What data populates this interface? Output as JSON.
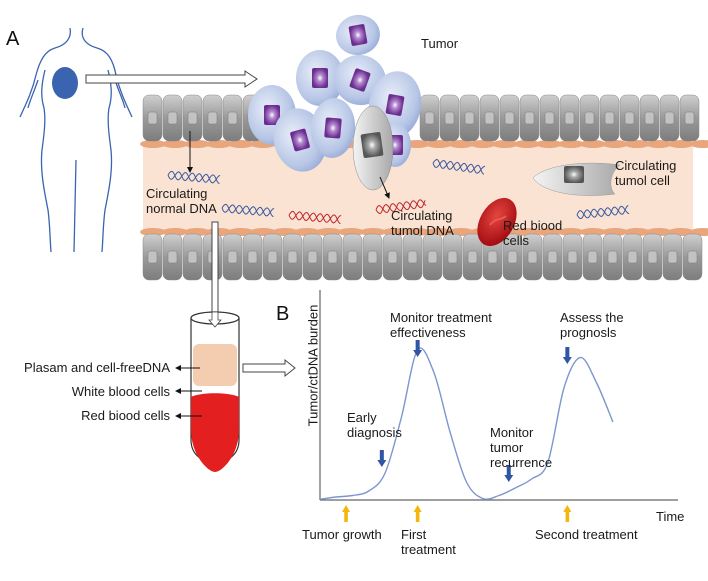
{
  "panels": {
    "a": "A",
    "b": "B"
  },
  "colors": {
    "body_outline": "#3b64b0",
    "tumor_spot": "#3b64b0",
    "vessel_lumen": "#fbe3d3",
    "vessel_wall": "#e9a57b",
    "endothelial": "#a6a6a6",
    "tumor_cell": "#b9c8e6",
    "tumor_nucleus": "#6a2c8e",
    "normal_dna": "#3b5aa0",
    "tumor_dna": "#c0282d",
    "red_blood_cell": "#c8161d",
    "plasma": "#f4cdb1",
    "red_cells_layer": "#e31f1f",
    "curve": "#7d96cf",
    "blue_arrow": "#2f55a4",
    "yellow_arrow": "#f5b50d"
  },
  "panel_a": {
    "tumor": "Tumor",
    "circulating_normal_dna": [
      "Circulating",
      "normal DNA"
    ],
    "circulating_tumor_dna": [
      "Circulating",
      "tumol DNA"
    ],
    "red_blood_cells": [
      "Red biood",
      "cells"
    ],
    "circulating_tumor_cell": [
      "Circulating",
      "tumol cell"
    ]
  },
  "tube": {
    "plasma_label": "Plasam and cell-freeDNA",
    "wbc_label": "White blood cells",
    "rbc_label": "Red biood cells"
  },
  "chart_data": {
    "type": "line",
    "title": "",
    "xlabel": "Time",
    "ylabel": "Tumor/ctDNA burden",
    "grid": false,
    "x": [
      0,
      5,
      10,
      15,
      20,
      25,
      30,
      35,
      40,
      45,
      50,
      55,
      60,
      65,
      70,
      75,
      80,
      85,
      90,
      95,
      100
    ],
    "series": [
      {
        "name": "Tumor/ctDNA burden",
        "values": [
          0.5,
          2,
          3,
          6,
          18,
          55,
          100,
          85,
          45,
          12,
          1,
          3,
          8,
          14,
          25,
          75,
          95,
          78,
          52,
          null,
          null
        ]
      }
    ],
    "xlim": [
      0,
      110
    ],
    "ylim": [
      0,
      140
    ],
    "annotations_top": [
      {
        "label": [
          "Early",
          "diagnosis"
        ],
        "x": 19
      },
      {
        "label": [
          "Monitor treatment",
          "effectiveness"
        ],
        "x": 30
      },
      {
        "label": [
          "Monitor",
          "tumor",
          "recurrence"
        ],
        "x": 58
      },
      {
        "label": [
          "Assess the",
          "prognosls"
        ],
        "x": 76
      }
    ],
    "annotations_bottom": [
      {
        "label": [
          "Tumor growth"
        ],
        "x": 8
      },
      {
        "label": [
          "First",
          "treatment"
        ],
        "x": 30
      },
      {
        "label": [
          "Second treatment"
        ],
        "x": 76
      }
    ]
  }
}
